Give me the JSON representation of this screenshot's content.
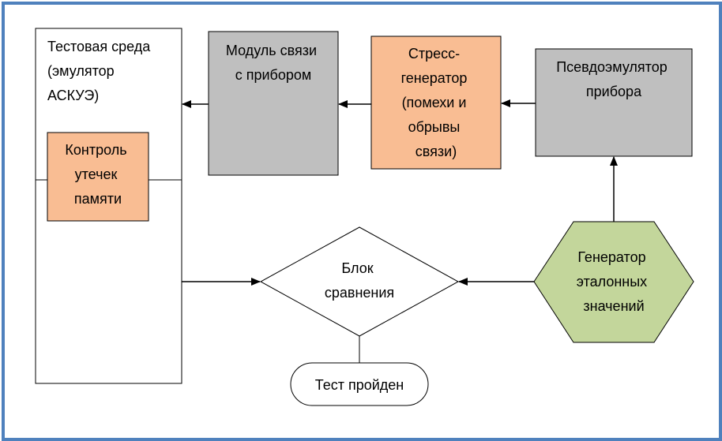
{
  "colors": {
    "frame_border": "#4f81bd",
    "gray_fill": "#bfbfbf",
    "orange_fill": "#f9bd93",
    "green_fill": "#c3d69b",
    "white_fill": "#ffffff",
    "stroke": "#000000"
  },
  "nodes": {
    "test_env": {
      "lines": [
        "Тестовая среда",
        "(эмулятор",
        "АСКУЭ)"
      ]
    },
    "leak_control": {
      "lines": [
        "Контроль",
        "утечек",
        "памяти"
      ]
    },
    "comm_module": {
      "lines": [
        "Модуль связи",
        "с прибором"
      ]
    },
    "stress_gen": {
      "lines": [
        "Стресс-",
        "генератор",
        "(помехи и",
        "обрывы",
        "связи)"
      ]
    },
    "pseudo_emulator": {
      "lines": [
        "Псевдоэмулятор",
        "прибора"
      ]
    },
    "compare_block": {
      "lines": [
        "Блок",
        "сравнения"
      ]
    },
    "reference_gen": {
      "lines": [
        "Генератор",
        "эталонных",
        "значений"
      ]
    },
    "test_passed": {
      "lines": [
        "Тест пройден"
      ]
    }
  }
}
